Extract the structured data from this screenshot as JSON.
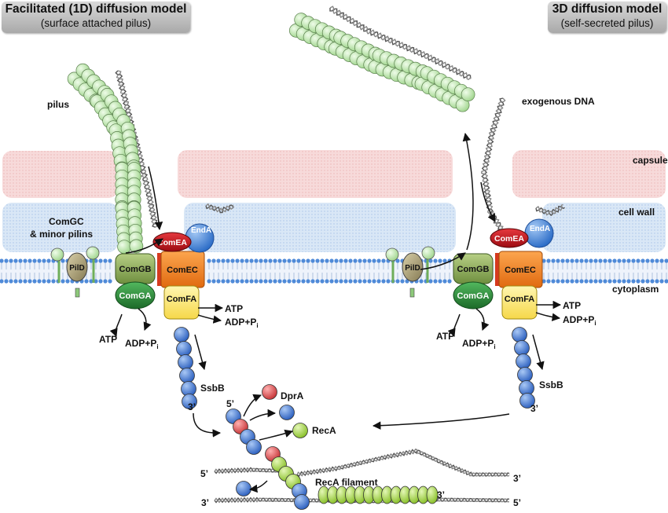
{
  "headers": {
    "left_title": "Facilitated (1D) diffusion model",
    "left_subtitle": "(surface attached pilus)",
    "right_title": "3D diffusion model",
    "right_subtitle": "(self-secreted pilus)"
  },
  "labels": {
    "pilus": "pilus",
    "exogenous_dna": "exogenous DNA",
    "capsule": "capsule",
    "cell_wall": "cell wall",
    "cytoplasm": "cytoplasm",
    "comgc_line1": "ComGC",
    "comgc_line2": "& minor pilins",
    "recA_filament": "RecA filament"
  },
  "proteins": {
    "pilD": "PilD",
    "comGB": "ComGB",
    "comGA": "ComGA",
    "comEA": "ComEA",
    "endA": "EndA",
    "comEC": "ComEC",
    "comFA": "ComFA",
    "ssbB": "SsbB",
    "dprA": "DprA",
    "recA": "RecA"
  },
  "reactions": {
    "atp": "ATP",
    "adp": "ADP+P",
    "adp_sub": "i"
  },
  "strand_ends": {
    "three_prime": "3’",
    "five_prime": "5’"
  },
  "colors": {
    "pilin_green": "#c6eeb9",
    "comGB_green": "#8aa85a",
    "comGA_green": "#2d8a3a",
    "comEA_red": "#c9141b",
    "endA_blue": "#4a8fd9",
    "comEC_orange": "#f58220",
    "comFA_yellow": "#fde972",
    "ssb_blue": "#4a7fd6",
    "dprA_red": "#e06060",
    "recA_green": "#a8d84c",
    "capsule_pink": "#f4cccc",
    "cell_wall_blue": "#cfe0f4",
    "membrane_blue": "#4f8ad8"
  }
}
